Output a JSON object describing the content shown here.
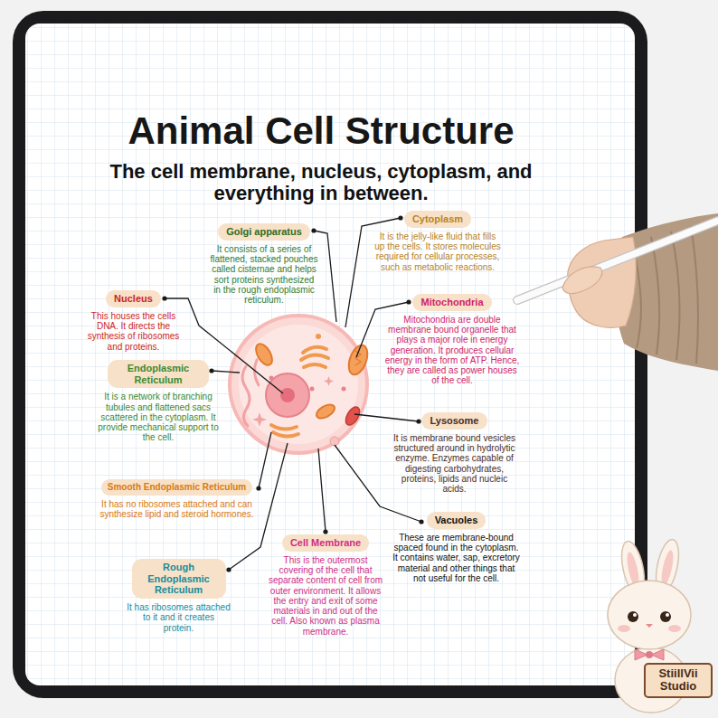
{
  "diagram": {
    "title": "Animal Cell Structure",
    "nodes": [
      {
        "text": [
          "Golgi apparatus",
          "It consists of a series of flattened, stacked pouches called cisternae and helps sort proteins synthesized in the rough endoplasmic reticulum."
        ]
      },
      {
        "text": [
          "Cytoplasm",
          "It is the jelly-like fluid that fills up the cells. It stores molecules required for cellular processes, such as metabolic reactions."
        ]
      },
      {
        "text": [
          "Nucleus",
          "This houses the cells DNA. It directs the synthesis of ribosomes and proteins."
        ]
      },
      {
        "text": [
          "Mitochondria",
          "Mitochondria are double membrane bound organelle that plays a major role in energy generation. It produces cellular energy in the form of ATP. Hence, they are called as power houses of the cell."
        ]
      },
      {
        "text": [
          "Endoplasmic Reticulum",
          "It is a network of branching tubules and flattened sacs scattered in the cytoplasm. It provide mechanical support to the cell."
        ]
      },
      {
        "text": [
          "Lysosome",
          "It is membrane bound vesicles structured around in hydrolytic enzyme. Enzymes capable of digesting carbohydrates, proteins, lipids and nucleic acids."
        ]
      },
      {
        "text": [
          "Smooth Endoplasmic Reticulum",
          "It has no ribosomes attached and can synthesize lipid and steroid hormones."
        ]
      },
      {
        "text": [
          "Cell Membrane",
          "This is the outermost covering of the cell that separate content of cell from outer environment. It allows the entry and exit of some materials in and out of the cell. Also known as plasma membrane."
        ]
      },
      {
        "text": [
          "Vacuoles",
          "These are membrane-bound spaced found in the cytoplasm. It contains water, sap, excretory material and other things that not useful for the cell."
        ]
      },
      {
        "text": [
          "Rough Endoplasmic Reticulum",
          "It has ribosomes attached to it and it creates protein."
        ]
      },
      {
        "text": [
          "StiillVii Studio"
        ]
      }
    ],
    "labels": [
      "The cell membrane, nucleus, cytoplasm, and everything in between."
    ]
  }
}
